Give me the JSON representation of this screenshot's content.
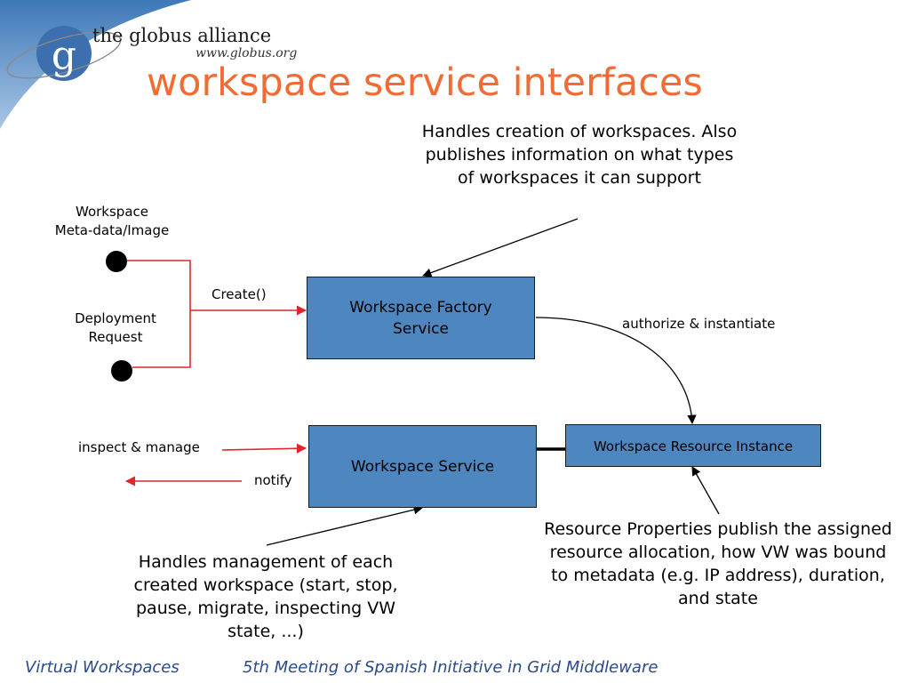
{
  "header": {
    "brand_name": "the globus alliance",
    "brand_url": "www.globus.org",
    "logo_letter": "g",
    "title": "workspace service interfaces"
  },
  "notes": {
    "factory_desc": "Handles creation of workspaces. Also publishes information on what types of workspaces it can support",
    "service_desc": "Handles management of each created workspace (start, stop, pause, migrate, inspecting VW state, ...)",
    "resource_desc": "Resource Properties publish the assigned resource allocation, how VW was bound to metadata (e.g. IP address), duration, and state"
  },
  "inputs": {
    "metadata_label_1": "Workspace",
    "metadata_label_2": "Meta-data/Image",
    "deployment_label_1": "Deployment",
    "deployment_label_2": "Request"
  },
  "labels": {
    "create": "Create()",
    "authorize": "authorize  & instantiate",
    "inspect": "inspect & manage",
    "notify": "notify"
  },
  "boxes": {
    "factory": "Workspace Factory Service",
    "service": "Workspace Service",
    "resource": "Workspace Resource Instance"
  },
  "footer": {
    "left": "Virtual Workspaces",
    "right": "5th Meeting of Spanish Initiative in Grid Middleware"
  },
  "colors": {
    "title": "#f26b32",
    "box_fill": "#4e86c0",
    "arrow_red": "#e0262b",
    "footer_text": "#2a4a8a",
    "corner_blue": "#5b8fc7"
  }
}
